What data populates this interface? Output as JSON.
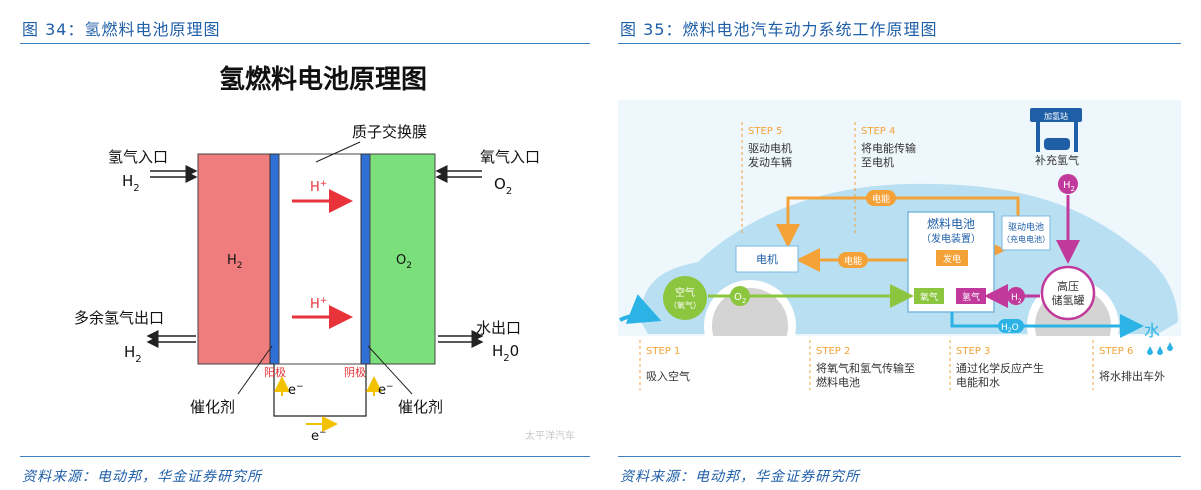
{
  "left": {
    "figure_title": "图 34：氢燃料电池原理图",
    "diagram_title": "氢燃料电池原理图",
    "labels": {
      "h2_inlet": "氢气入口",
      "h2_in": "H",
      "h2_in_sub": "2",
      "membrane": "质子交换膜",
      "o2_inlet": "氧气入口",
      "o2_in": "O",
      "o2_in_sub": "2",
      "h2_chamber": "H",
      "h2_chamber_sub": "2",
      "o2_chamber": "O",
      "o2_chamber_sub": "2",
      "proton1": "H",
      "proton2": "H",
      "plus": "+",
      "excess_h2": "多余氢气出口",
      "h2_out": "H",
      "h2_out_sub": "2",
      "water_outlet": "水出口",
      "water_out": "H",
      "water_out_sub": "2",
      "water_out_tail": "0",
      "anode": "阳极",
      "cathode": "阴极",
      "electron": "e",
      "minus": "−",
      "catalyst_left": "催化剂",
      "catalyst_right": "催化剂",
      "watermark": "太平洋汽车"
    },
    "source": "资料来源：电动邦，华金证券研究所"
  },
  "right": {
    "figure_title": "图 35：燃料电池汽车动力系统工作原理图",
    "labels": {
      "station_sign": "加氢站",
      "refuel": "补充氢气",
      "step5": "STEP 5",
      "step5_text_1": "驱动电机",
      "step5_text_2": "发动车辆",
      "step4": "STEP 4",
      "step4_text_1": "将电能传输",
      "step4_text_2": "至电机",
      "fuel_cell_1": "燃料电池",
      "fuel_cell_2": "（发电装置）",
      "generate": "发电",
      "drive_battery_1": "驱动电池",
      "drive_battery_2": "（充电电池）",
      "motor": "电机",
      "power1": "电能",
      "power2": "电能",
      "h2_top": "H",
      "h2_top_sub": "2",
      "tank_1": "高压",
      "tank_2": "储氢罐",
      "air_1": "空气",
      "air_2": "（氧气）",
      "o2": "O",
      "o2_sub": "2",
      "oxygen": "氧气",
      "hydrogen": "氢气",
      "h2_mid": "H",
      "h2_mid_sub": "2",
      "water": "H",
      "water_sub": "2",
      "water_tail": "O",
      "water_char": "水",
      "step1": "STEP 1",
      "step1_text": "吸入空气",
      "step2": "STEP 2",
      "step2_text_1": "将氧气和氢气传输至",
      "step2_text_2": "燃料电池",
      "step3": "STEP 3",
      "step3_text_1": "通过化学反应产生",
      "step3_text_2": "电能和水",
      "step6": "STEP 6",
      "step6_text": "将水排出车外"
    },
    "source": "资料来源：电动邦，华金证券研究所"
  },
  "colors": {
    "accent_blue": "#1f5fa8",
    "h2_chamber": "#ef7d7d",
    "o2_chamber": "#7be07b",
    "electrode": "#2f6fd6",
    "proton_arrow": "#e8333a",
    "car_body": "#b9dff2",
    "orange_flow": "#f4a238",
    "green_flow": "#8cc63f",
    "magenta_flow": "#c0399b",
    "water_flow": "#2bb3e6"
  }
}
